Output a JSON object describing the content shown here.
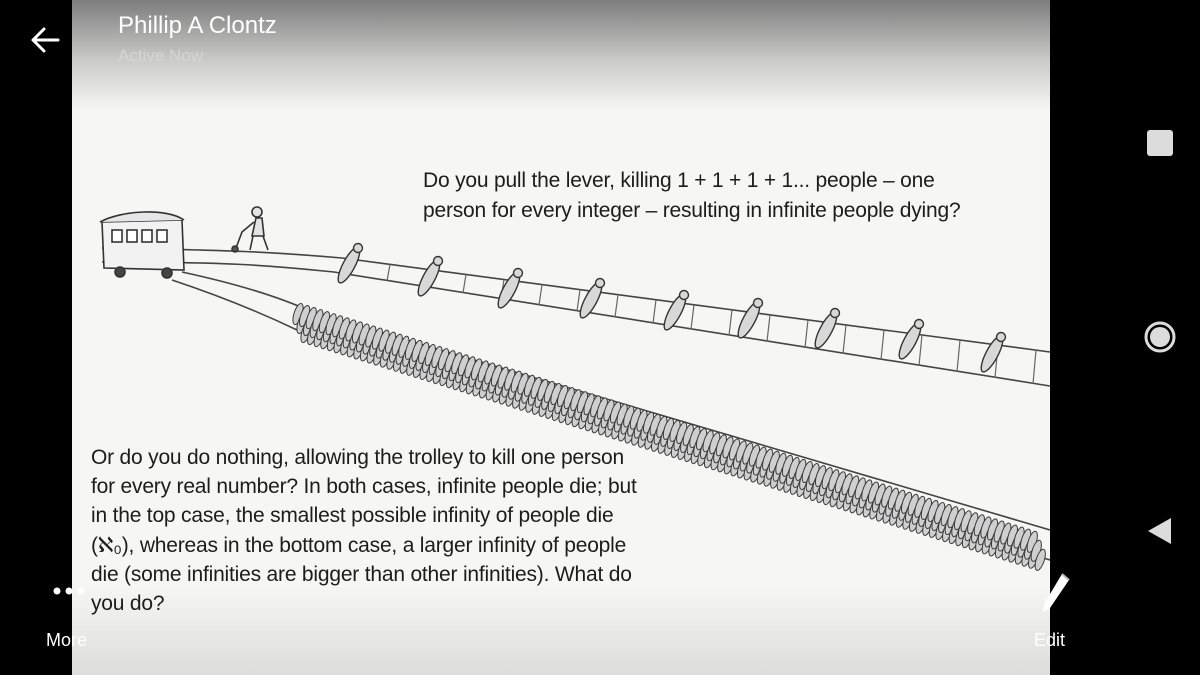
{
  "header": {
    "contact_name": "Phillip A Clontz",
    "status": "Active Now"
  },
  "image": {
    "caption_top": "Do you pull the lever, killing 1 + 1 + 1 + 1... people – one person for every integer – resulting in infinite people dying?",
    "caption_bottom": "Or do you do nothing, allowing the trolley to kill one person for every real number? In both cases, infinite people die; but in the top case, the smallest possible infinity of people die (ℵ₀), whereas in the bottom case, a larger infinity of people die (some infinities are bigger than other infinities). What do you do?"
  },
  "actions": {
    "more_label": "More",
    "edit_label": "Edit"
  },
  "icons": {
    "back": "arrow-left-icon",
    "more": "more-dots-icon",
    "edit": "pencil-icon",
    "nav_recents": "square-icon",
    "nav_home": "circle-icon",
    "nav_back": "triangle-back-icon"
  },
  "colors": {
    "background": "#000000",
    "photo": "#f6f6f4",
    "ink": "#1c1c1c",
    "nav_icons": "#dcdcdc"
  }
}
